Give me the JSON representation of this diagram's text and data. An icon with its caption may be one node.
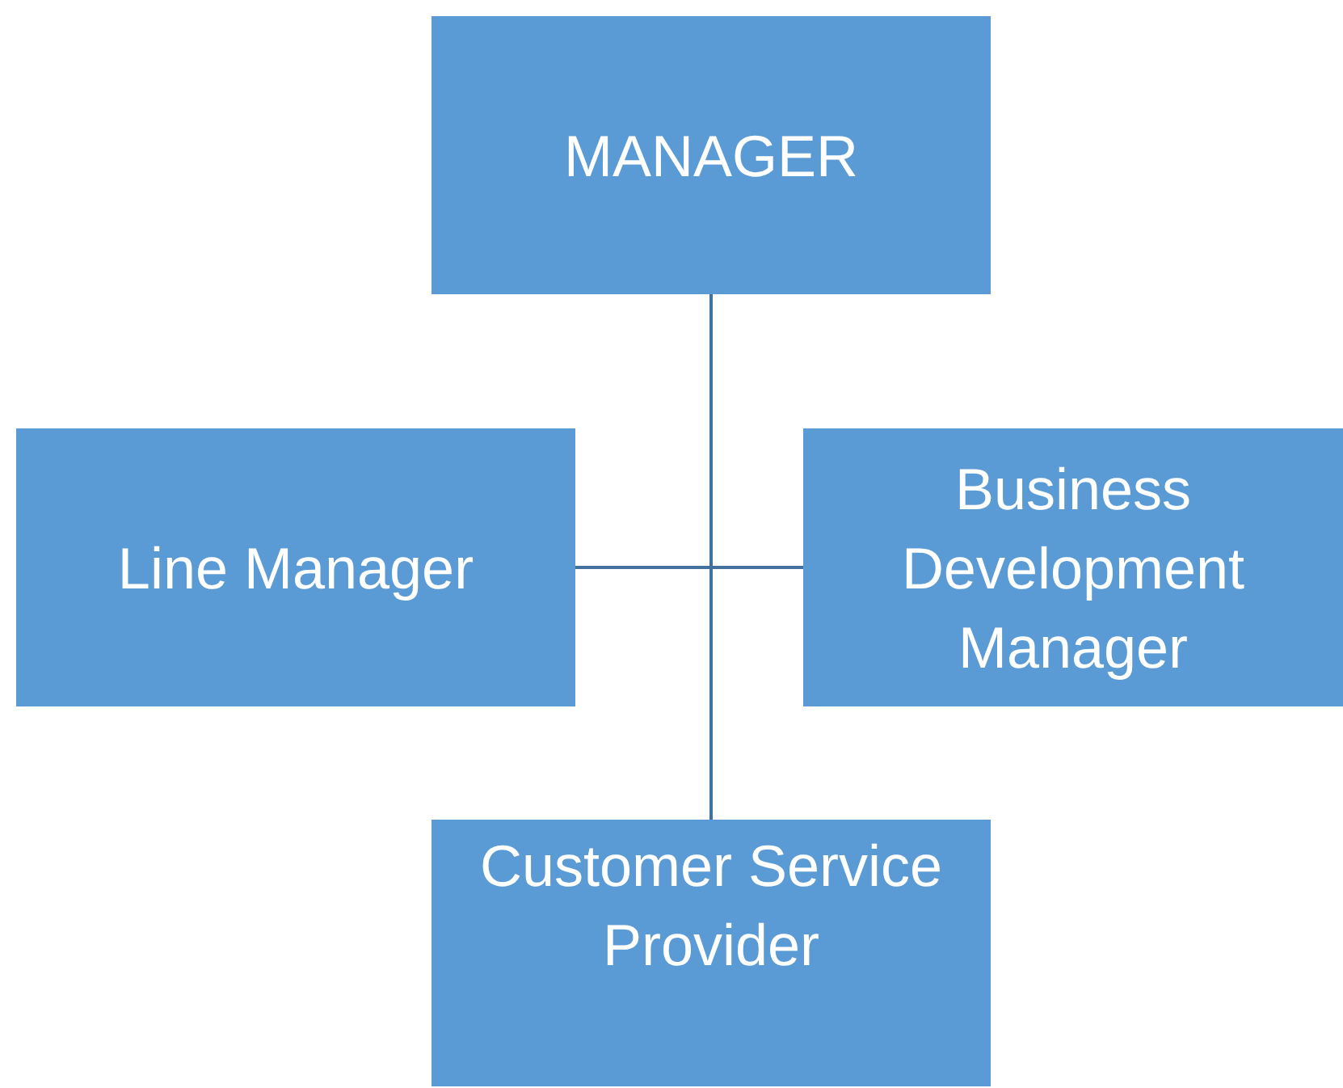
{
  "diagram": {
    "nodes": [
      {
        "text": [
          "MANAGER"
        ]
      },
      {
        "text": [
          "Line Manager"
        ]
      },
      {
        "text": [
          "Business Development Manager"
        ]
      },
      {
        "text": [
          "Customer Service Provider"
        ]
      }
    ],
    "edges": [
      {
        "from": 0,
        "to": 3,
        "arrow": "none"
      },
      {
        "from": 0,
        "to": 1,
        "arrow": "none"
      },
      {
        "from": 0,
        "to": 2,
        "arrow": "none"
      }
    ]
  }
}
